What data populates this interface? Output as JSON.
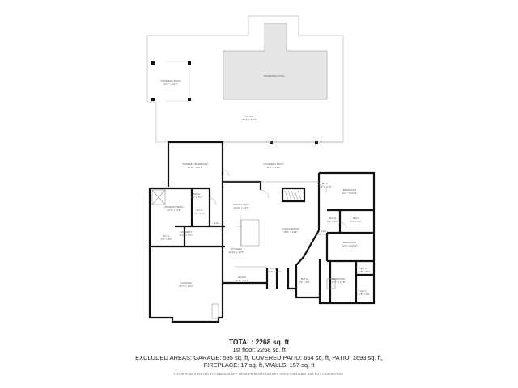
{
  "floor_plan": {
    "outdoor": [
      {
        "id": "covered-patio-1",
        "name": "COVERED PATIO",
        "dims": "13'1\" x 12'2\""
      },
      {
        "id": "swimming-pool",
        "name": "SWIMMING POOL",
        "dims": ""
      },
      {
        "id": "patio",
        "name": "PATIO",
        "dims": "55'4\" x 52'0\""
      },
      {
        "id": "covered-patio-2",
        "name": "COVERED PATIO",
        "dims": "41'1\" x 14'3\""
      }
    ],
    "rooms": [
      {
        "id": "primary-bedroom",
        "name": "PRIMARY BEDROOM",
        "dims": "16'10\" x 16'5\""
      },
      {
        "id": "primary-bath",
        "name": "PRIMARY BATH",
        "dims": "13'1\" x 11'8\""
      },
      {
        "id": "bath-1",
        "name": "BATH",
        "dims": "5'1\" x 5'7\""
      },
      {
        "id": "wic-1",
        "name": "W.I.C.",
        "dims": "7'2\" x 6'5\""
      },
      {
        "id": "wic-2",
        "name": "W.I.C.",
        "dims": "8'4\" x 6'5\""
      },
      {
        "id": "laundry",
        "name": "LAUNDRY",
        "dims": "8'11\" x 6'5\""
      },
      {
        "id": "hall-1",
        "name": "HALL",
        "dims": "4'1\" x 7'8\""
      },
      {
        "id": "dining-area",
        "name": "DINING AREA",
        "dims": "12'10\" x 13'6\""
      },
      {
        "id": "living-room",
        "name": "LIVING ROOM",
        "dims": "18'8\" x 21'2\""
      },
      {
        "id": "kitchen",
        "name": "KITCHEN",
        "dims": "12'10\" x 12'5\""
      },
      {
        "id": "room",
        "name": "ROOM",
        "dims": "11'11\" x 5'8\""
      },
      {
        "id": "pantry",
        "name": "PANTRY",
        "dims": ""
      },
      {
        "id": "foyer",
        "name": "FOYER",
        "dims": "6'10\" x 10'1\""
      },
      {
        "id": "bath-2",
        "name": "BATH",
        "dims": "5'6\" x 8'4\""
      },
      {
        "id": "garage",
        "name": "GARAGE",
        "dims": "22'7\" x 24'3\""
      },
      {
        "id": "hall-2",
        "name": "HALL",
        "dims": "3'6\" x 16'3\""
      },
      {
        "id": "bedroom-1",
        "name": "BEDROOM",
        "dims": "12'2\" x 10'11\""
      },
      {
        "id": "wic-3",
        "name": "W.I.C.",
        "dims": "6'6\" x 4'10\""
      },
      {
        "id": "bath-3",
        "name": "BATH",
        "dims": "5'8\" x 6'1\""
      },
      {
        "id": "bath-4",
        "name": "BATH",
        "dims": "4'1\" x 6'2\""
      },
      {
        "id": "bedroom-2",
        "name": "BEDROOM",
        "dims": "12'2\" x 10'10\""
      },
      {
        "id": "bedroom-3",
        "name": "BEDROOM",
        "dims": "11'3\" x 11'8\""
      },
      {
        "id": "wic-4",
        "name": "W.I.C.",
        "dims": "4'1\" x 5'9\""
      },
      {
        "id": "wic-5",
        "name": "W.I.C.",
        "dims": "4'1\" x 5'8\""
      }
    ]
  },
  "summary": {
    "total": "TOTAL: 2268 sq. ft",
    "floor": "1st floor: 2268 sq. ft",
    "excluded_line1": "EXCLUDED AREAS: GARAGE: 535 sq. ft, COVERED PATIO: 664 sq. ft, PATIO: 1693 sq. ft,",
    "excluded_line2": "FIREPLACE: 17 sq. ft, WALLS: 157 sq. ft",
    "credit": "FLOOR PLAN CREATED BY CUBICASA APP. MEASUREMENTS DEEMED HIGHLY RELIABLE BUT NOT GUARANTEED."
  },
  "colors": {
    "wall": "#111111",
    "outline": "#bdbdbd",
    "pool": "#e6e6e6",
    "background": "#ffffff"
  }
}
